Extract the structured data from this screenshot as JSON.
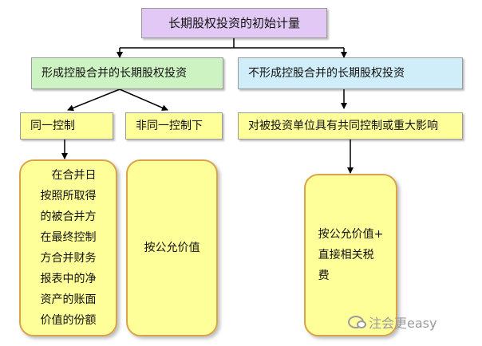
{
  "colors": {
    "title_fill": "#e2c8f4",
    "left_branch_fill": "#cdf3c2",
    "right_branch_fill": "#cfeefa",
    "yellow_fill": "#ffff99",
    "leaf_border": "#d9a34a"
  },
  "diagram": {
    "root": "长期股权投资的初始计量",
    "branch_left": {
      "label": "形成控股合并的长期股权投资",
      "child_common": {
        "label": "同一控制",
        "leaf_lines": [
          "在合并日",
          "按照所取得",
          "的被合并方",
          "在最终控制",
          "方合并财务",
          "报表中的净",
          "资产的账面",
          "价值的份额"
        ]
      },
      "child_non_common": {
        "label": "非同一控制下",
        "leaf": "按公允价值"
      }
    },
    "branch_right": {
      "label": "不形成控股合并的长期股权投资",
      "child": {
        "label": "对被投资单位具有共同控制或重大影响",
        "leaf_lines": [
          "按公允价值+",
          "直接相关税",
          "费"
        ]
      }
    }
  },
  "watermark": {
    "text": "注会更easy",
    "icon": "wechat-icon"
  }
}
